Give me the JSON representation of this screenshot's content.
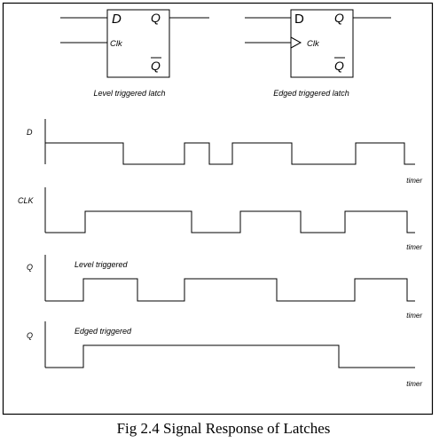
{
  "latches": {
    "level": {
      "d": "D",
      "q": "Q",
      "clk": "Clk",
      "qbar": "Q",
      "caption": "Level triggered latch"
    },
    "edge": {
      "d": "D",
      "q": "Q",
      "clk": "Clk",
      "qbar": "Q",
      "caption": "Edged triggered latch"
    }
  },
  "traces": [
    {
      "label": "D",
      "note": "",
      "axis": "timer",
      "high": [
        [
          0,
          88
        ],
        [
          157,
          185
        ],
        [
          211,
          278
        ],
        [
          350,
          405
        ]
      ]
    },
    {
      "label": "CLK",
      "note": "",
      "axis": "timer",
      "high": [
        [
          45,
          165
        ],
        [
          220,
          288
        ],
        [
          338,
          408
        ]
      ]
    },
    {
      "label": "Q",
      "note": "Level triggered",
      "axis": "timer",
      "high": [
        [
          43,
          104
        ],
        [
          157,
          261
        ],
        [
          349,
          408
        ]
      ]
    },
    {
      "label": "Q",
      "note": "Edged triggered",
      "axis": "timer",
      "high": [
        [
          43,
          331
        ]
      ]
    }
  ],
  "caption": "Fig 2.4 Signal Response of Latches"
}
